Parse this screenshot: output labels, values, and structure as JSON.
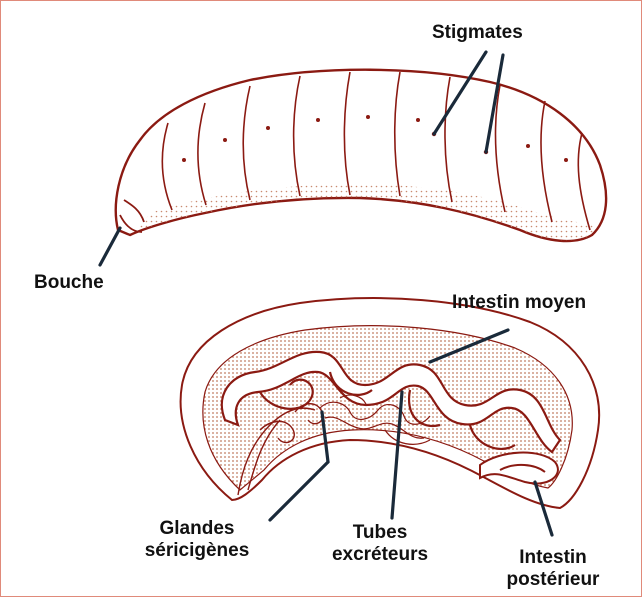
{
  "labels": {
    "stigmates": "Stigmates",
    "bouche": "Bouche",
    "intestin_moyen": "Intestin moyen",
    "glandes_1": "Glandes",
    "glandes_2": "séricigènes",
    "tubes_1": "Tubes",
    "tubes_2": "excréteurs",
    "intestin_post_1": "Intestin",
    "intestin_post_2": "postérieur"
  },
  "colors": {
    "outline": "#8b1a12",
    "stipple": "#c98a70",
    "leader": "#1a2a3a",
    "frame": "#e08a7a"
  }
}
